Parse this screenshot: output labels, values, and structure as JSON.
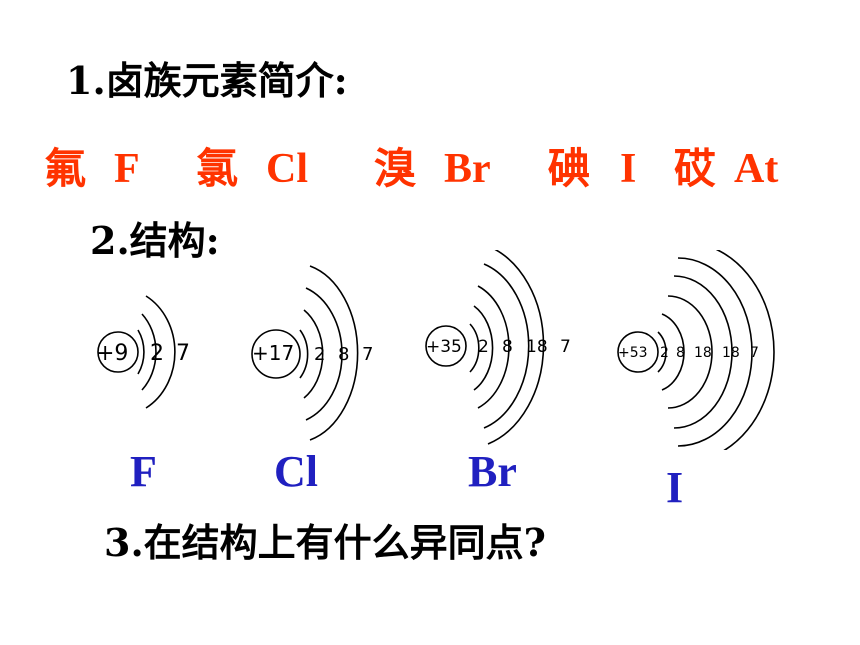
{
  "colors": {
    "text": "#000000",
    "accent_red": "#ff3300",
    "accent_blue": "#2020c0"
  },
  "headings": {
    "intro": "1.卤族元素简介:",
    "structure": "2.结构:",
    "question": "3.在结构上有什么异同点?"
  },
  "elements": [
    {
      "han": "氟",
      "symbol": "F"
    },
    {
      "han": "氯",
      "symbol": "Cl"
    },
    {
      "han": "溴",
      "symbol": "Br"
    },
    {
      "han": "碘",
      "symbol": "I"
    },
    {
      "han": "砹",
      "symbol": "At"
    }
  ],
  "atoms": [
    {
      "label": "F",
      "nucleus": "+9",
      "shells": [
        "2",
        "7"
      ]
    },
    {
      "label": "Cl",
      "nucleus": "+17",
      "shells": [
        "2",
        "8",
        "7"
      ]
    },
    {
      "label": "Br",
      "nucleus": "+35",
      "shells": [
        "2",
        "8",
        "18",
        "7"
      ]
    },
    {
      "label": "I",
      "nucleus": "+53",
      "shells": [
        "2",
        "8",
        "18",
        "18",
        "7"
      ]
    }
  ]
}
